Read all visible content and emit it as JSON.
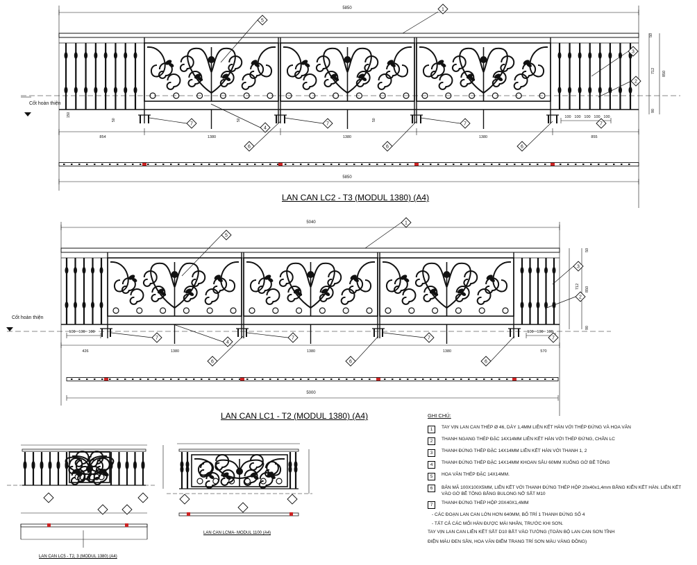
{
  "drawing_1": {
    "title": "LAN CAN LC2 - T3 (MODUL 1380) (A4)",
    "level_label": "Cốt hoàn thiện",
    "overall_top": "5850",
    "overall_bottom": "5850",
    "bottom_dims": [
      "854",
      "1380",
      "1380",
      "1380",
      "855"
    ],
    "small_dims": [
      "100",
      "100",
      "100",
      "100",
      "100"
    ],
    "height_dims": [
      "50",
      "712",
      "850",
      "90"
    ],
    "post_dims": [
      "50",
      "50",
      "50",
      "150"
    ],
    "callouts": [
      "1",
      "2",
      "3",
      "4",
      "5",
      "6",
      "7"
    ]
  },
  "drawing_2": {
    "title": "LAN CAN LC1 - T2 (MODUL 1380) (A4)",
    "level_label": "Cốt hoàn thiện",
    "overall_top": "5040",
    "overall_bottom": "5000",
    "bottom_dims": [
      "426",
      "1380",
      "1380",
      "1380",
      "570"
    ],
    "small_dims": [
      "100",
      "100",
      "100",
      "100",
      "100",
      "100"
    ],
    "height_dims": [
      "50",
      "712",
      "850",
      "90"
    ],
    "callouts": [
      "1",
      "2",
      "3",
      "4",
      "5",
      "6",
      "7"
    ]
  },
  "drawing_3": {
    "title": "LAN CAN LC5 - T2, 3 (MODUL 1380) (A4)"
  },
  "drawing_4": {
    "title": "LAN CAN LCMA- MODUL 1100 (A4)"
  },
  "notes": {
    "header": "GHI CHÚ:",
    "items": [
      {
        "num": "1",
        "text": "TAY VỊN LAN CAN THÉP Ø 46, DÀY 1,4MM LIÊN KẾT HÀN VỚI THÉP ĐỨNG VÀ HOA VĂN"
      },
      {
        "num": "2",
        "text": "THANH NGANG THÉP ĐẶC 14X14MM LIÊN KẾT HÀN VỚI THÉP ĐỨNG, CHÂN LC"
      },
      {
        "num": "3",
        "text": "THANH ĐỨNG THÉP ĐẶC 14X14MM LIÊN KẾT HÀN VỚI THANH 1, 2"
      },
      {
        "num": "4",
        "text": "THANH ĐỨNG THÉP ĐẶC 14X14MM KHOAN SÂU 60MM XUỐNG GỜ BÊ TÔNG"
      },
      {
        "num": "5",
        "text": "HOA VĂN THÉP ĐẶC 14X14MM."
      },
      {
        "num": "6",
        "text": "BẢN MÃ 100X100X5MM, LIÊN KẾT VỚI THANH ĐỨNG THÉP HỘP 20x40x1,4mm BẰNG KIỂN KẾT HÀN. LIÊN KẾT VÀO GỜ BÊ TÔNG BẰNG BULONG NỞ SẮT M10"
      },
      {
        "num": "7",
        "text": "THANH ĐỨNG THÉP HỘP 20X40X1,4MM"
      }
    ],
    "bullets": [
      "CÁC ĐOẠN LAN CAN LỚN HƠN 640MM, BỐ TRÍ 1 THANH ĐỨNG SỐ 4",
      "TẤT CẢ CÁC MỐI HÀN ĐƯỢC MÀI NHẴN, TRƯỚC KHI SƠN."
    ],
    "footer": [
      "TAY VỊN LAN CAN LIÊN KẾT SẮT D10 BẮT VÀO TƯỜNG (TOÀN BỘ LAN CAN SƠN TĨNH",
      "ĐIỆN MÀU ĐEN SẦN, HOA VĂN ĐIỂM TRANG TRÍ SƠN MÀU VÀNG ĐỒNG)"
    ]
  },
  "colors": {
    "line": "#111111",
    "accent": "#cc2222"
  }
}
